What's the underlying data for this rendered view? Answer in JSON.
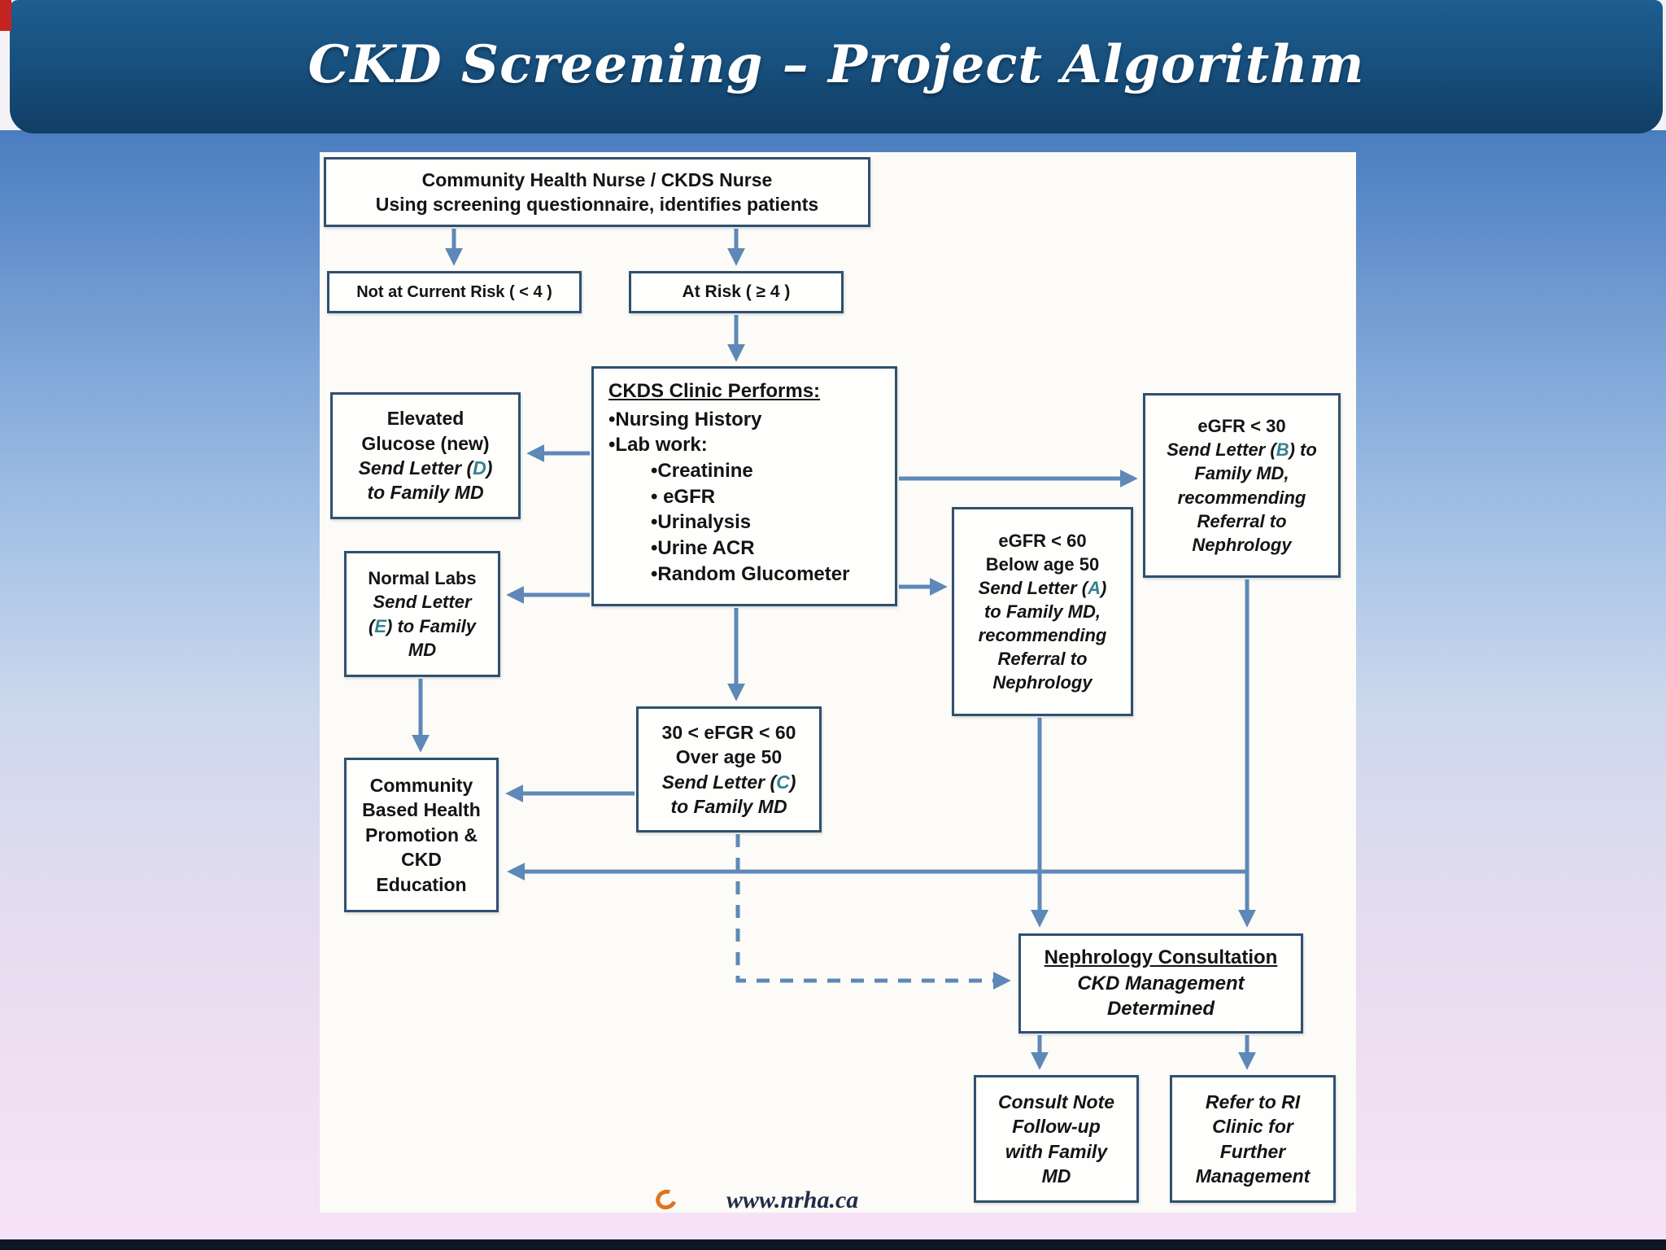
{
  "title": "CKD Screening – Project Algorithm",
  "footer": {
    "url": "www.nrha.ca"
  },
  "colors": {
    "accent_teal": "#35818f",
    "arrow_blue": "#5e88b8",
    "header_blue": "#174f7d"
  },
  "boxes": {
    "top": {
      "bold": [
        "Community Health Nurse / CKDS Nurse",
        "Using screening questionnaire, identifies patients"
      ]
    },
    "not_at_risk": "Not at Current Risk ( < 4 )",
    "at_risk": "At Risk  ( ≥ 4 )",
    "ckds": {
      "heading": "CKDS Clinic Performs:",
      "bullets": [
        "Nursing History",
        "Lab work:"
      ],
      "sub_bullets": [
        "Creatinine",
        " eGFR",
        "Urinalysis",
        "Urine ACR",
        "Random Glucometer"
      ]
    },
    "elevated_glucose": {
      "bold": [
        "Elevated",
        "Glucose (new)"
      ],
      "italic": [
        "Send Letter (D)",
        "to Family MD"
      ],
      "letter": "D"
    },
    "normal_labs": {
      "bold": [
        "Normal Labs"
      ],
      "italic": [
        "Send Letter",
        "(E) to Family",
        "MD"
      ],
      "letter": "E"
    },
    "egfr30": {
      "bold": [
        "eGFR < 30"
      ],
      "italic": [
        "Send Letter (B) to",
        "Family MD,",
        "recommending",
        "Referral to",
        "Nephrology"
      ],
      "letter": "B"
    },
    "egfr60": {
      "bold": [
        "eGFR < 60",
        "Below age 50"
      ],
      "italic": [
        "Send Letter (A)",
        "to Family MD,",
        "recommending",
        "Referral to",
        "Nephrology"
      ],
      "letter": "A"
    },
    "efgr_c": {
      "bold": [
        "30 < eFGR < 60",
        "Over age 50"
      ],
      "italic": [
        "Send Letter (C)",
        "to Family MD"
      ],
      "letter": "C"
    },
    "community": {
      "bold": [
        "Community",
        "Based Health",
        "Promotion &",
        "CKD",
        "Education"
      ]
    },
    "nephrology": {
      "heading": "Nephrology Consultation",
      "italic": [
        "CKD Management",
        "Determined"
      ]
    },
    "consult_note": {
      "italic": [
        "Consult Note",
        "Follow-up",
        "with Family",
        "MD"
      ]
    },
    "refer_ri": {
      "italic": [
        "Refer to RI",
        "Clinic for",
        "Further",
        "Management"
      ]
    }
  }
}
